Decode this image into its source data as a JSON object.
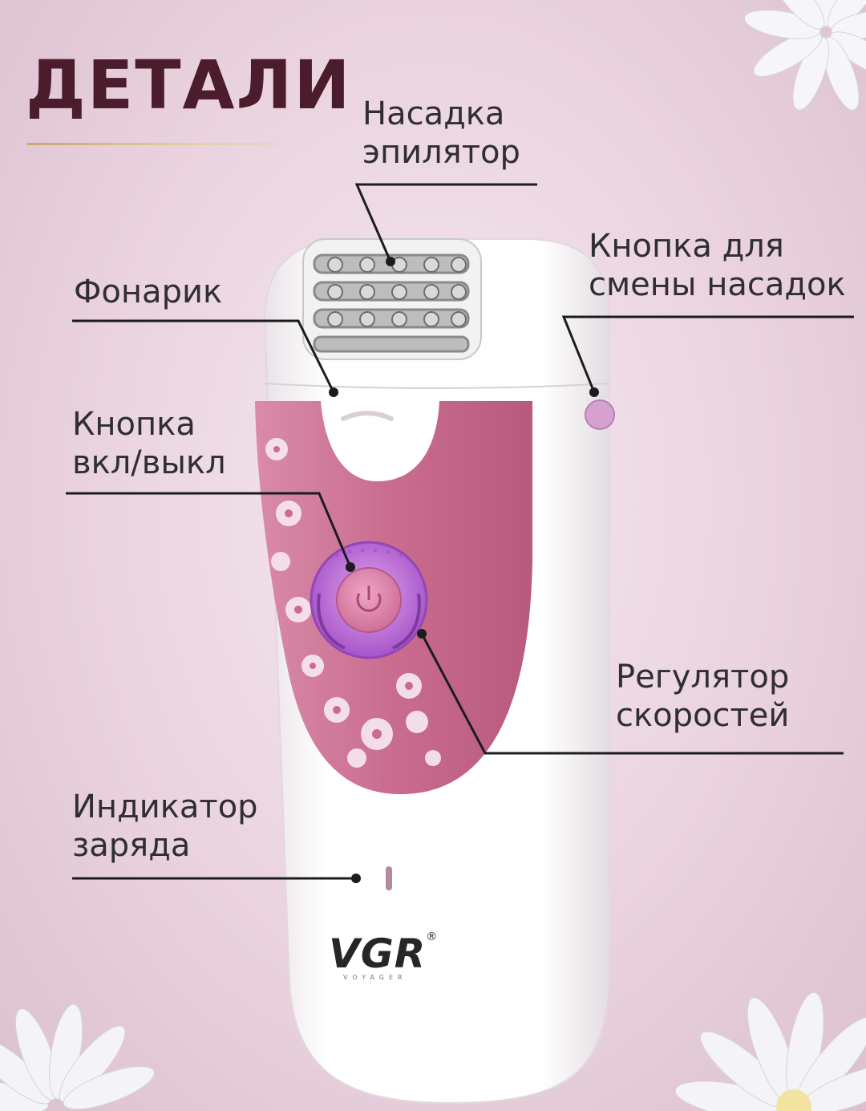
{
  "title": "ДЕТАЛИ",
  "labels": {
    "attachment": {
      "line1": "Насадка",
      "line2": "эпилятор"
    },
    "flashlight": {
      "line1": "Фонарик"
    },
    "switch_button": {
      "line1": "Кнопка для",
      "line2": "смены насадок"
    },
    "power_button": {
      "line1": "Кнопка",
      "line2": "вкл/выкл"
    },
    "speed_regulator": {
      "line1": "Регулятор",
      "line2": "скоростей"
    },
    "charge_indicator": {
      "line1": "Индикатор",
      "line2": "заряда"
    }
  },
  "brand": {
    "logo": "VGR",
    "registered_mark": "®",
    "tagline": "VOYAGER"
  },
  "colors": {
    "background": "#ead3df",
    "title": "#4a1c2c",
    "device_body": "#ffffff",
    "device_panel": "#c76a8c",
    "button_ring": "#c07ad8",
    "button_center": "#d983a8",
    "leader_line": "#1c1c1c"
  }
}
